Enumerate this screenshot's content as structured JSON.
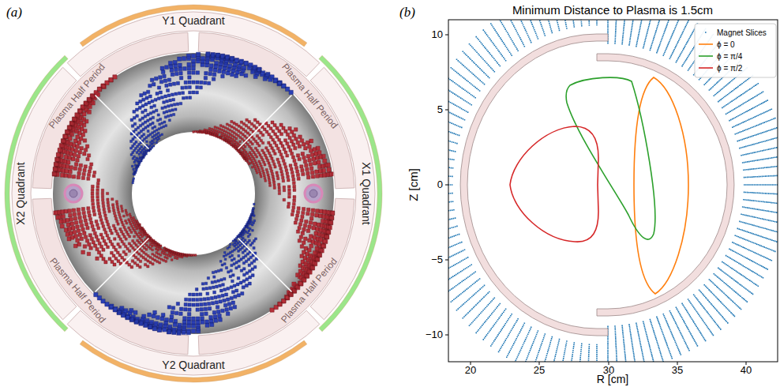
{
  "diagram": {
    "labels": [
      "(a)",
      "Y1 Quadrant",
      "Plasma Half Period",
      "Plasma Half Period",
      "X2 Quadrant",
      "X1 Quadrant",
      "Plasma Half Period",
      "Plasma Half Period",
      "Y2 Quadrant",
      "(b)",
      "Minimum Distance to Plasma is 1.5cm",
      "10",
      "5",
      "0",
      "−5",
      "−10",
      "Z [cm]",
      "20",
      "25",
      "30",
      "35",
      "40",
      "R [cm]"
    ],
    "legend": [
      {
        "text": "Magnet Slices"
      },
      {
        "text": "ϕ = 0"
      },
      {
        "text": "ϕ = π/4"
      },
      {
        "text": "ϕ = π/2"
      }
    ]
  }
}
